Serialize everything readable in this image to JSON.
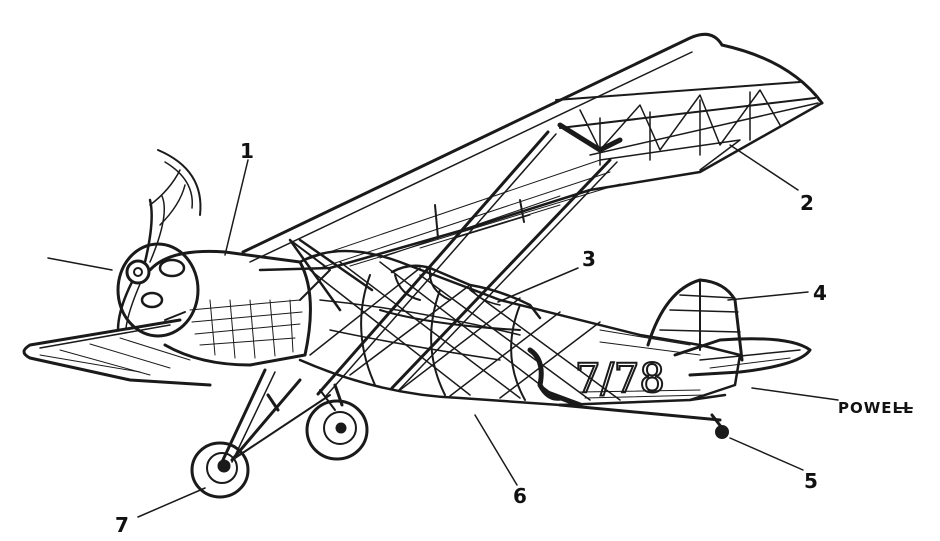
{
  "callouts": [
    {
      "label": "1"
    },
    {
      "label": "2"
    },
    {
      "label": "3"
    },
    {
      "label": "4"
    },
    {
      "label": "5"
    },
    {
      "label": "6"
    },
    {
      "label": "7"
    }
  ],
  "signature": "POWELL",
  "fuselage_number": "7/78",
  "colors": {
    "ink": "#1a1a1a",
    "background": "#ffffff"
  }
}
